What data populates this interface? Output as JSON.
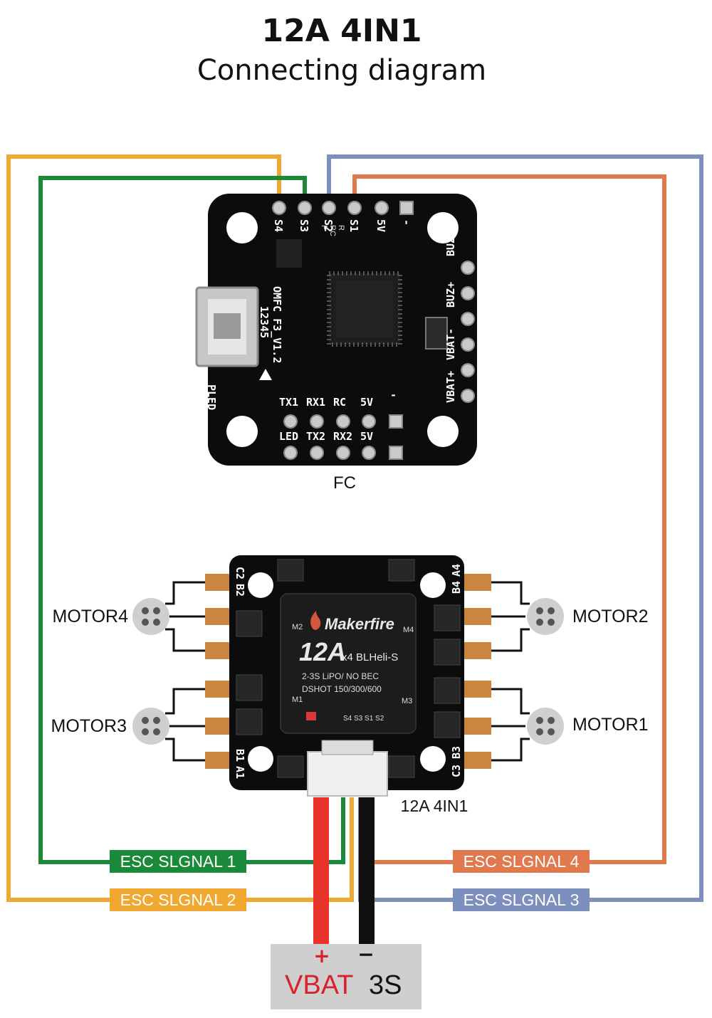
{
  "title": {
    "line1": "12A  4IN1",
    "line2": "Connecting diagram"
  },
  "fc": {
    "caption": "FC",
    "top_pins": [
      "S4",
      "S3",
      "S2",
      "S1",
      "5V",
      "-"
    ],
    "sub_pins": [
      "R",
      "RC",
      "P"
    ],
    "right_pins": [
      "BUZ-",
      "BUZ+",
      "VBAT-",
      "VBAT+"
    ],
    "bottom_row1": [
      "TX1",
      "RX1",
      "RC",
      "5V",
      "-"
    ],
    "bottom_row2": [
      "LED",
      "TX2",
      "RX2",
      "5V"
    ],
    "side_text": "OMFC F3_V1.2",
    "side_numbers": "12345",
    "pled": "PLED"
  },
  "esc": {
    "caption": "12A  4IN1",
    "brand": "Makerfire",
    "model": "12A",
    "model_suffix": "x4  BLHeli-S",
    "spec1": "2-3S LiPO/ NO BEC",
    "spec2": "DSHOT 150/300/600",
    "corner_labels": [
      "C2",
      "B2",
      "A4",
      "B4",
      "B1",
      "A1",
      "B3",
      "C3"
    ],
    "motor_pads": [
      "M2",
      "M4",
      "M1",
      "M3"
    ],
    "signal_pads": "S4 S3 S1 S2"
  },
  "motors": {
    "motor4": "MOTOR4",
    "motor3": "MOTOR3",
    "motor2": "MOTOR2",
    "motor1": "MOTOR1"
  },
  "signals": {
    "esc1": "ESC SLGNAL 1",
    "esc2": "ESC SLGNAL 2",
    "esc3": "ESC SLGNAL 3",
    "esc4": "ESC SLGNAL 4"
  },
  "battery": {
    "plus": "+",
    "minus": "−",
    "label_a": "VBAT",
    "label_b": "3S"
  },
  "colors": {
    "signal1": "#1a8a3a",
    "signal2": "#f0a830",
    "signal3": "#7c8fbd",
    "signal4": "#e07a4e",
    "power_red": "#e8342a",
    "pcb": "#0c0c0c",
    "battery_box": "#cfcfcf",
    "vbat_text": "#d8232a"
  }
}
